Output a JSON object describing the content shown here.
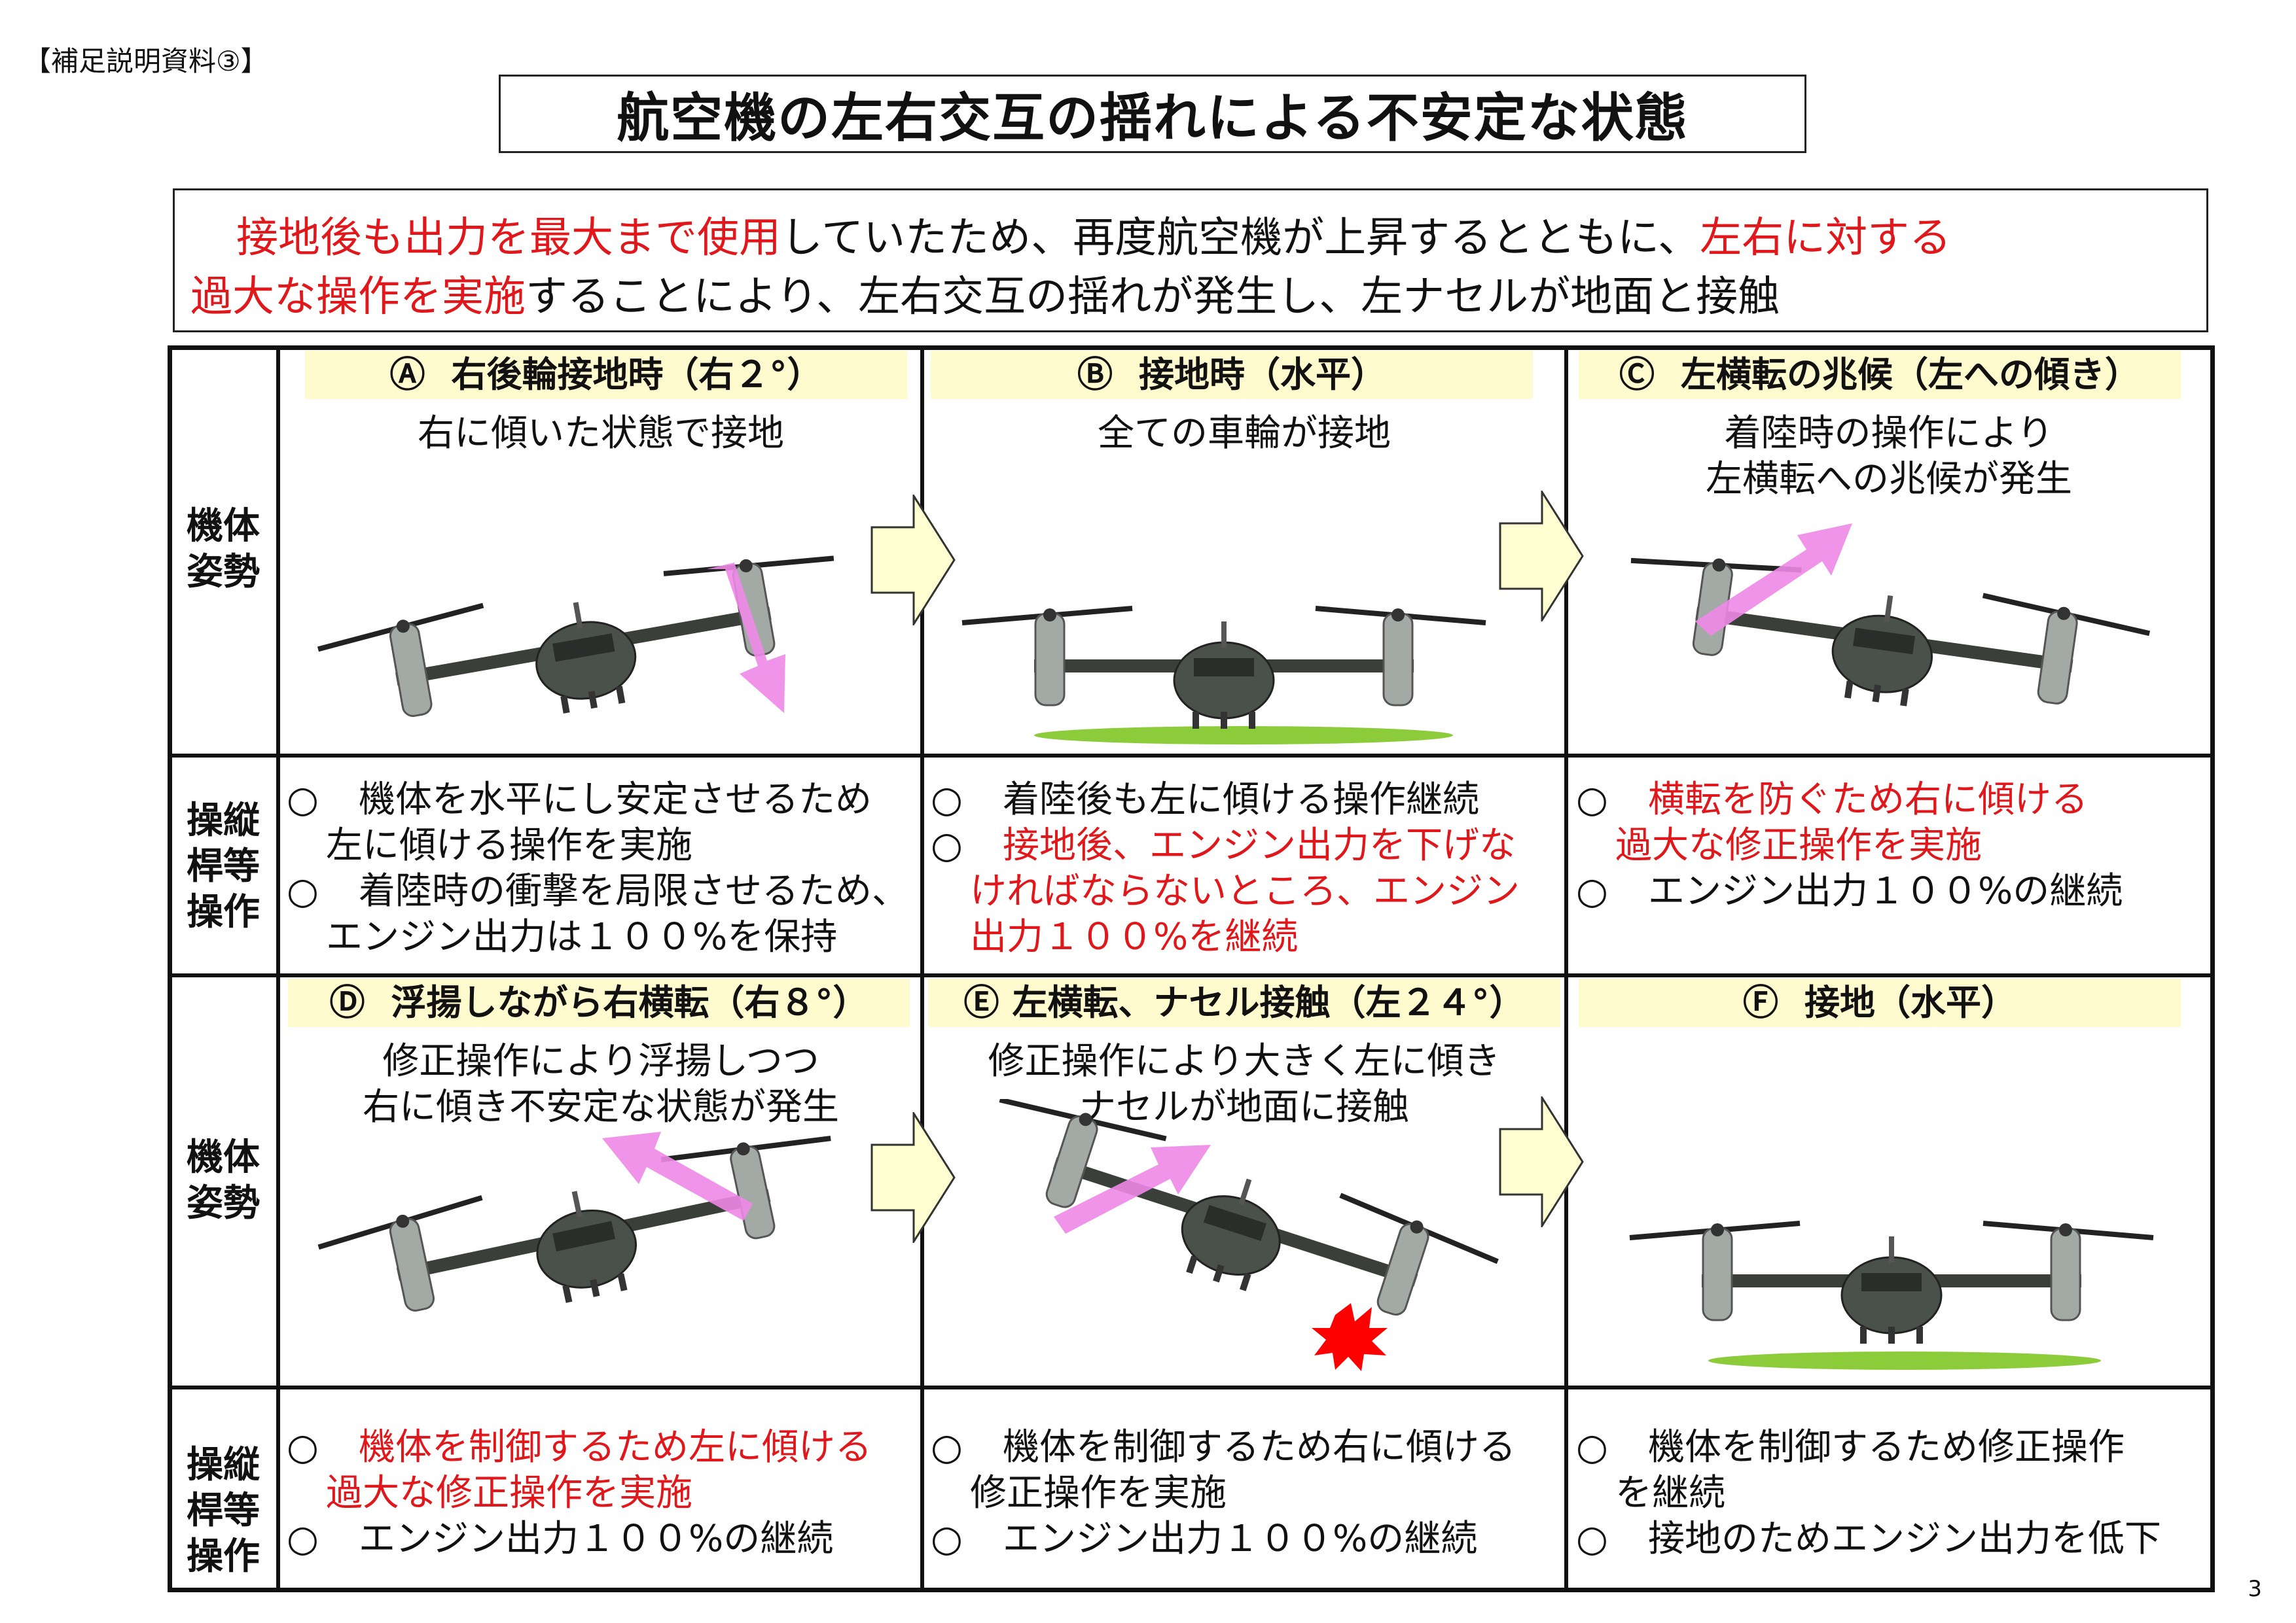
{
  "supp_label": "【補足説明資料③】",
  "title": "航空機の左右交互の揺れによる不安定な状態",
  "summary": {
    "red1": "接地後も出力を最大まで使用",
    "text1": "していたため、再度航空機が上昇するとともに、",
    "red2": "左右に対する",
    "red3": "過大な操作を実施",
    "text2": "することにより、左右交互の揺れが発生し、左ナセルが地面と接触"
  },
  "row_labels": {
    "attitude": "機体\n姿勢",
    "control": "操縦\n桿等\n操作"
  },
  "phases": [
    {
      "mark": "Ⓐ",
      "title": "右後輪接地時（右２°）",
      "caption": [
        "右に傾いた状態で接地"
      ]
    },
    {
      "mark": "Ⓑ",
      "title": "接地時（水平）",
      "caption": [
        "全ての車輪が接地"
      ]
    },
    {
      "mark": "Ⓒ",
      "title": "左横転の兆候（左への傾き）",
      "caption": [
        "着陸時の操作により",
        "左横転への兆候が発生"
      ]
    },
    {
      "mark": "Ⓓ",
      "title": "浮揚しながら右横転（右８°）",
      "caption": [
        "修正操作により浮揚しつつ",
        "右に傾き不安定な状態が発生"
      ]
    },
    {
      "mark": "Ⓔ",
      "title": "左横転、ナセル接触（左２４°）",
      "caption": [
        "修正操作により大きく左に傾き",
        "ナセルが地面に接触"
      ]
    },
    {
      "mark": "Ⓕ",
      "title": "接地（水平）",
      "caption": []
    }
  ],
  "operations": {
    "A": [
      {
        "mark": "○",
        "text": "機体を水平にし安定させるため",
        "cont": "左に傾ける操作を実施",
        "red": false
      },
      {
        "mark": "○",
        "text": "着陸時の衝撃を局限させるため、",
        "cont": "エンジン出力は１００%を保持",
        "red": false
      }
    ],
    "B": [
      {
        "mark": "○",
        "text": "着陸後も左に傾ける操作継続",
        "cont": "",
        "red": false
      },
      {
        "mark": "○",
        "text": "接地後、エンジン出力を下げな",
        "cont": "ければならないところ、エンジン\n出力１００%を継続",
        "red": true
      }
    ],
    "C": [
      {
        "mark": "○",
        "text": "横転を防ぐため右に傾ける",
        "cont": "過大な修正操作を実施",
        "red": true
      },
      {
        "mark": "○",
        "text": "エンジン出力１００%の継続",
        "cont": "",
        "red": false
      }
    ],
    "D": [
      {
        "mark": "○",
        "text": "機体を制御するため左に傾ける",
        "cont": "過大な修正操作を実施",
        "red": true
      },
      {
        "mark": "○",
        "text": "エンジン出力１００%の継続",
        "cont": "",
        "red": false
      }
    ],
    "E": [
      {
        "mark": "○",
        "text": "機体を制御するため右に傾ける",
        "cont": "修正操作を実施",
        "red": false
      },
      {
        "mark": "○",
        "text": "エンジン出力１００%の継続",
        "cont": "",
        "red": false
      }
    ],
    "F": [
      {
        "mark": "○",
        "text": "機体を制御するため修正操作",
        "cont": "を継続",
        "red": false
      },
      {
        "mark": "○",
        "text": "接地のためエンジン出力を低下",
        "cont": "",
        "red": false
      }
    ]
  },
  "page_number": "3",
  "colors": {
    "red": "#e0181c",
    "phase_bg": "#fffbcf",
    "arrow_fill": "#ffffd2",
    "pink": "#ee88e8",
    "ground": "#8ccc3a"
  }
}
